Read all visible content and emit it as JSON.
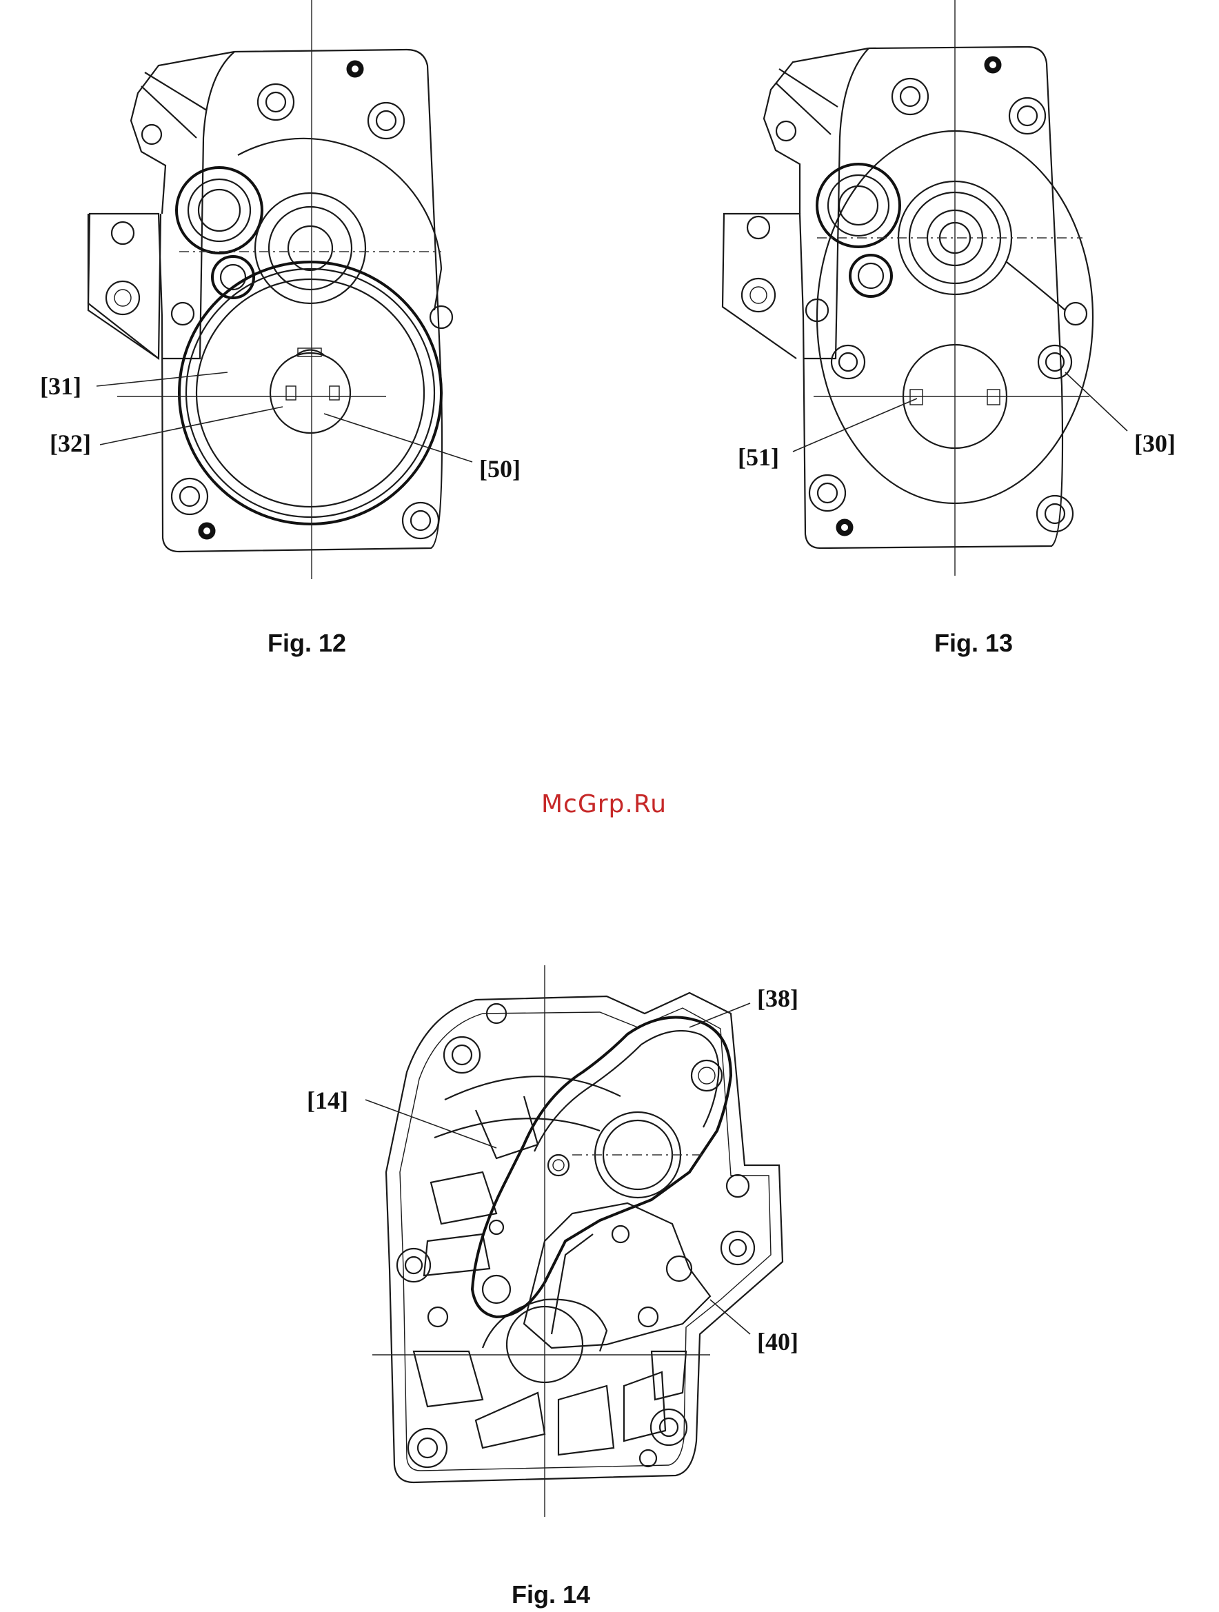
{
  "watermark": "McGrp.Ru",
  "figures": [
    {
      "caption": "Fig. 12",
      "callouts": [
        "[31]",
        "[32]",
        "[50]"
      ]
    },
    {
      "caption": "Fig. 13",
      "callouts": [
        "[51]",
        "[30]"
      ]
    },
    {
      "caption": "Fig. 14",
      "callouts": [
        "[38]",
        "[14]",
        "[40]"
      ]
    }
  ]
}
